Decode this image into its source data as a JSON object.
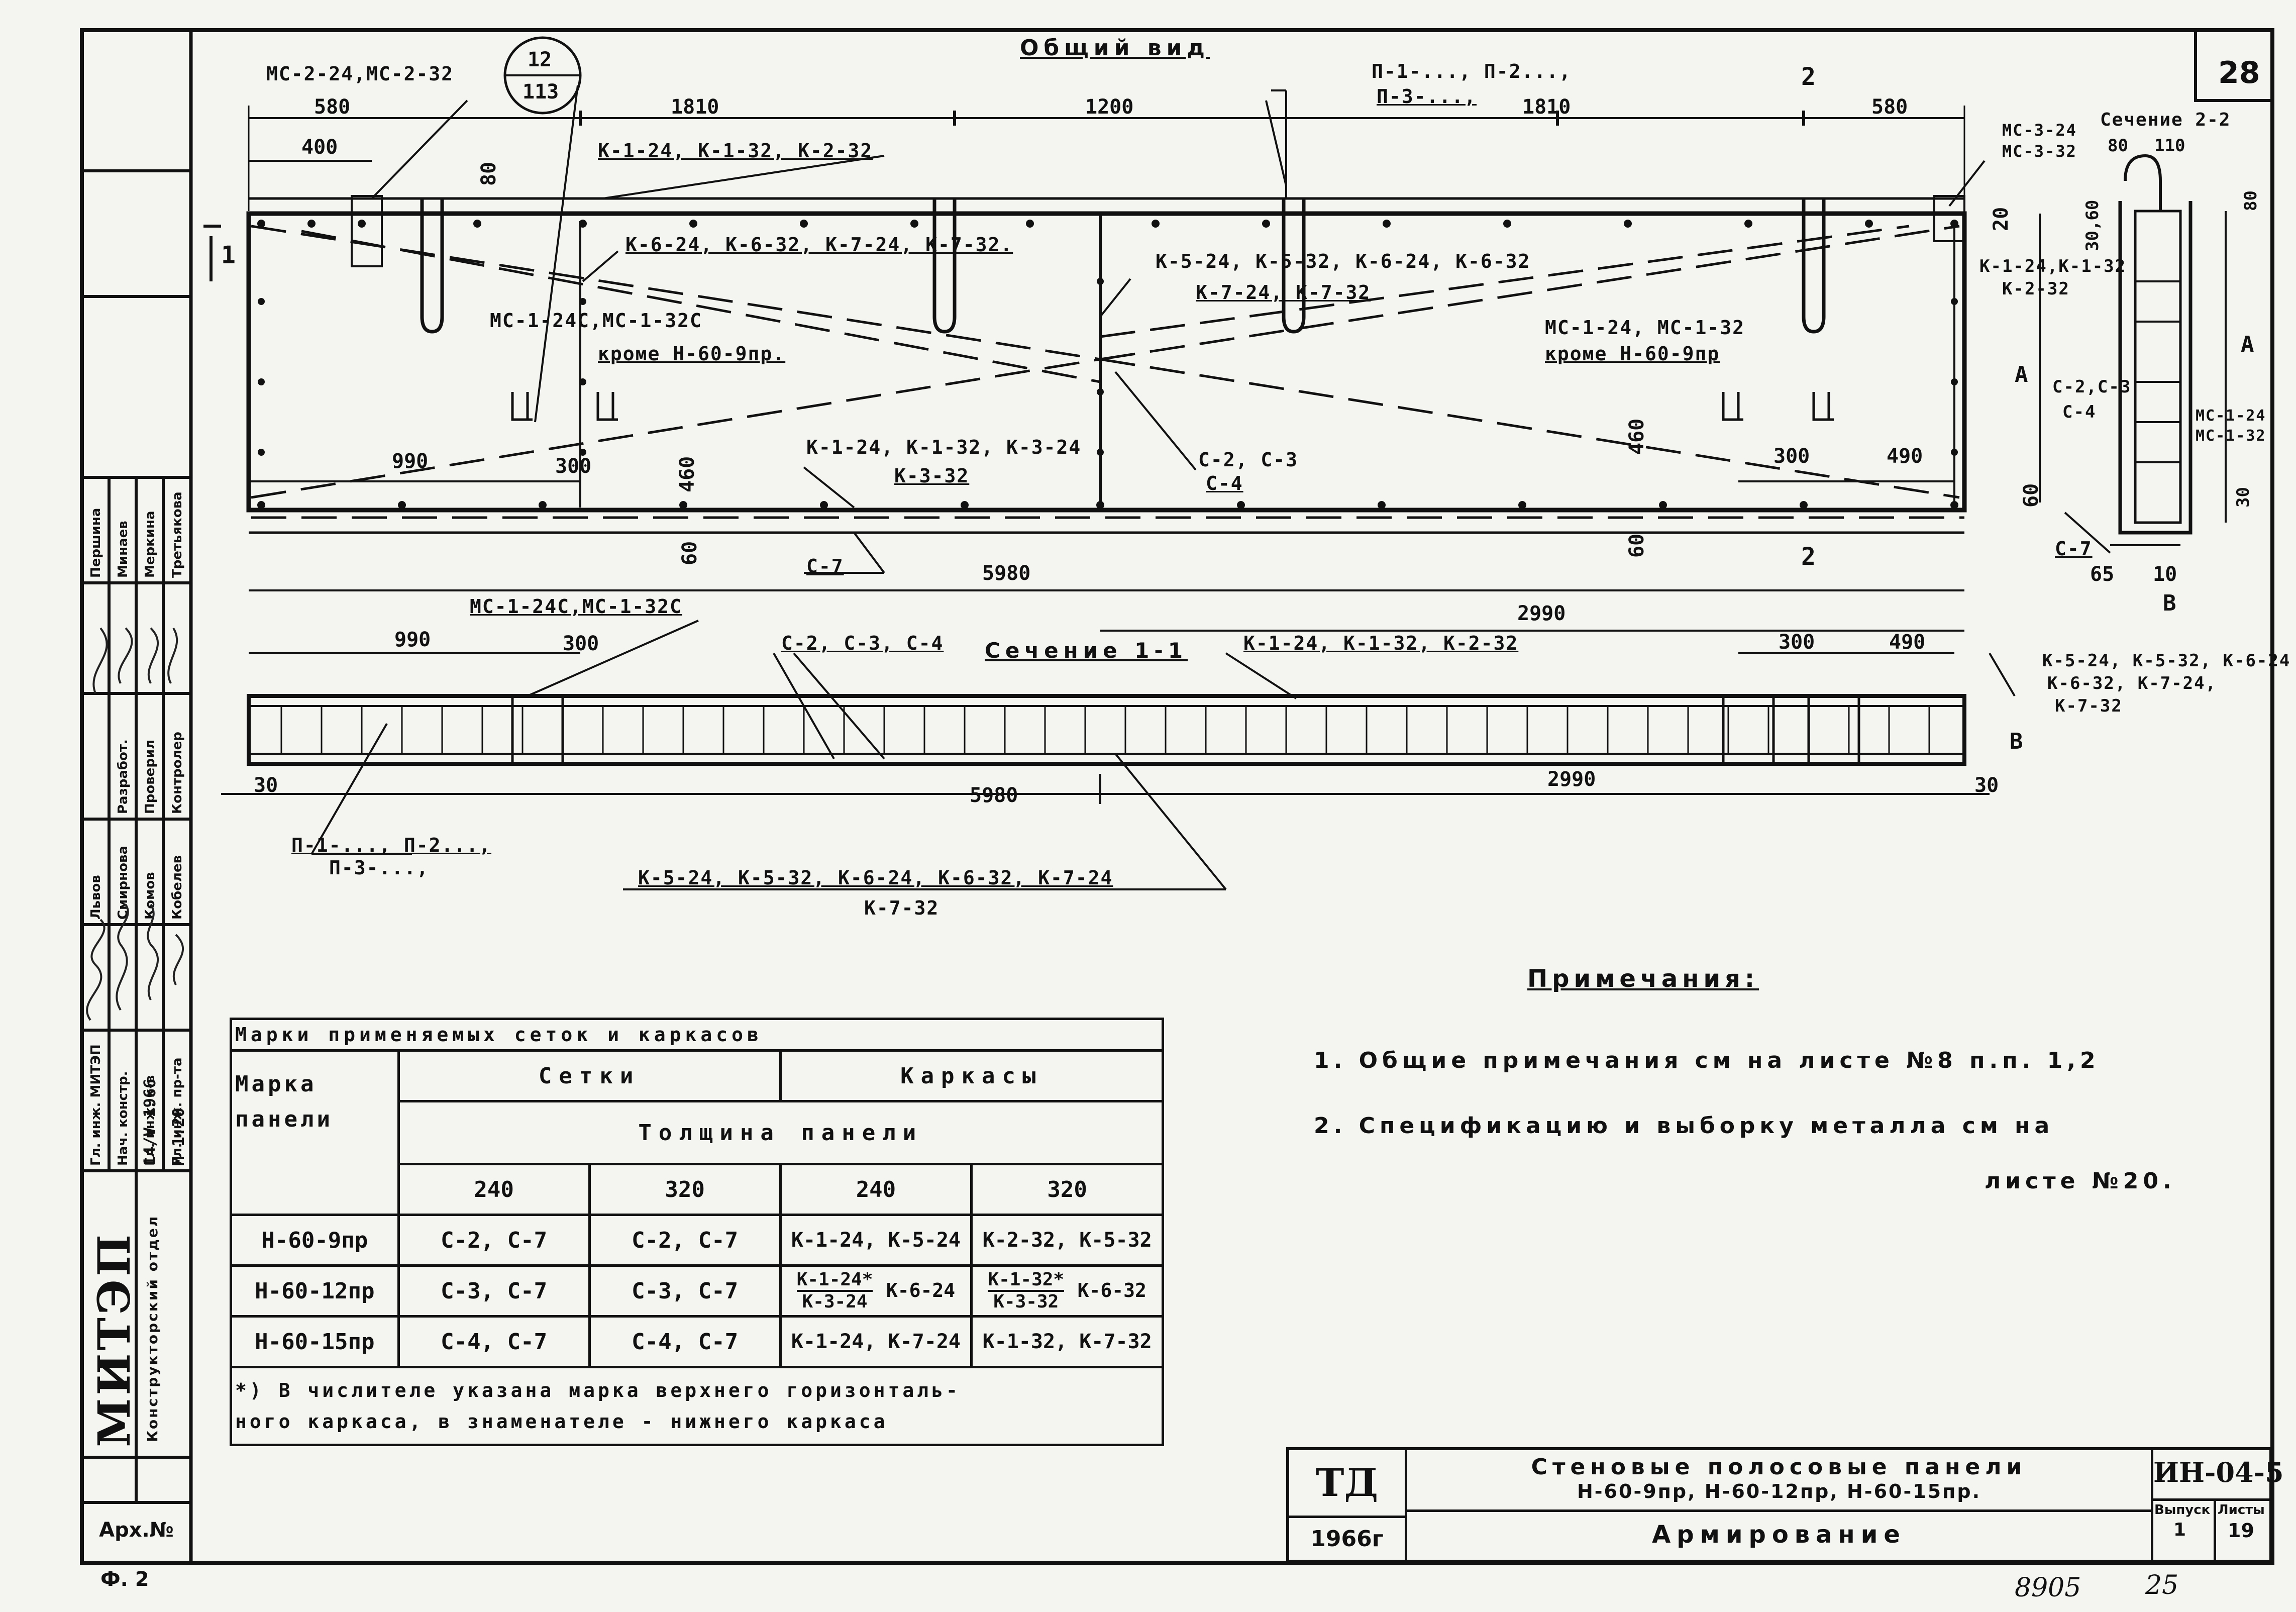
{
  "drawing": {
    "view_title": "Общий вид",
    "section_1_1_title": "Сечение 1-1",
    "section_2_2_title": "Сечение 2-2",
    "sheet_number_top": "28",
    "callout_top": "12",
    "callout_bottom": "113",
    "marker_1": "1",
    "marker_2": "2",
    "label_A": "А",
    "label_B": "В"
  },
  "dimensions": {
    "top": [
      "580",
      "1810",
      "1200",
      "1810",
      "580"
    ],
    "d400": "400",
    "d80": "80",
    "d990": "990",
    "d300": "300",
    "d460": "460",
    "d60": "60",
    "d490": "490",
    "d5980": "5980",
    "d2990": "2990",
    "d30": "30",
    "d20": "20",
    "d3060": "30,60",
    "d10": "10",
    "d65": "65",
    "d110": "110"
  },
  "labels": {
    "mc2": "МС-2-24,МС-2-32",
    "k1": "К-1-24, К-1-32, К-2-32",
    "k6": "К-6-24, К-6-32, К-7-24, К-7-32.",
    "k5a": "К-5-24, К-5-32, К-6-24, К-6-32",
    "k5b": "К-7-24, К-7-32",
    "mc1c": "МС-1-24С,МС-1-32С",
    "except_c": "кроме Н-60-9пр.",
    "mc1": "МС-1-24, МС-1-32",
    "except": "кроме Н-60-9пр",
    "p1": "П-1-..., П-2...,",
    "p3": "П-3-...,",
    "k1k3a": "К-1-24, К-1-32, К-3-24",
    "k1k3b": "К-3-32",
    "c2c3": "С-2, С-3",
    "c4": "С-4",
    "c7": "С-7",
    "mc1c_sec": "МС-1-24С,МС-1-32С",
    "c234": "С-2, С-3, С-4",
    "k1_sec": "К-1-24, К-1-32, К-2-32",
    "k5_right1": "К-5-24, К-5-32, К-6-24",
    "k5_right2": "К-6-32, К-7-24,",
    "k5_right3": "К-7-32",
    "k5_bottom": "К-5-24, К-5-32, К-6-24, К-6-32, К-7-24",
    "k7_bottom": "К-7-32",
    "mc3": "МС-3-24",
    "mc3b": "МС-3-32",
    "k1_22": "К-1-24,К-1-32",
    "k2_22": "К-2-32",
    "c23_22": "С-2,С-3",
    "c4_22": "С-4",
    "mc1_22": "МС-1-24",
    "mc1b_22": "МС-1-32",
    "c7_22": "С-7"
  },
  "notes": {
    "heading": "Примечания:",
    "item1": "1. Общие примечания см на листе №8 п.п. 1,2",
    "item2a": "2. Спецификацию и выборку металла см на",
    "item2b": "листе №20."
  },
  "marks_table": {
    "title": "Марки применяемых сеток и каркасов",
    "col_mark": "Марка панели",
    "col_setki": "Сетки",
    "col_karkasy": "Каркасы",
    "col_thickness": "Толщина панели",
    "t240": "240",
    "t320": "320",
    "rows": [
      {
        "mark": "Н-60-9пр",
        "s240": "С-2, С-7",
        "s320": "С-2, С-7",
        "k240": "К-1-24, К-5-24",
        "k320": "К-2-32, К-5-32"
      },
      {
        "mark": "Н-60-12пр",
        "s240": "С-3, С-7",
        "s320": "С-3, С-7",
        "k240_top": "К-1-24*",
        "k240_bot": "К-3-24",
        "k240_extra": "К-6-24",
        "k320_top": "К-1-32*",
        "k320_bot": "К-3-32",
        "k320_extra": "К-6-32"
      },
      {
        "mark": "Н-60-15пр",
        "s240": "С-4, С-7",
        "s320": "С-4, С-7",
        "k240": "К-1-24, К-7-24",
        "k320": "К-1-32, К-7-32"
      }
    ],
    "footnote_line1": "*) В числителе указана марка верхнего горизонталь-",
    "footnote_line2": "ного каркаса, в знаменателе - нижнего каркаса"
  },
  "title_block": {
    "td": "ТД",
    "year": "1966г",
    "title_line1": "Стеновые полосовые панели",
    "title_line2": "Н-60-9пр, Н-60-12пр, Н-60-15пр.",
    "subtitle": "Армирование",
    "code": "ИН-04-5",
    "issue_label": "Выпуск",
    "issue_value": "1",
    "sheet_label": "Листы",
    "sheet_value": "19"
  },
  "side_stamp": {
    "org": "МИТЭП",
    "dept": "Конструкторский отдел",
    "date": "14/V 1966",
    "scale": "М 1:20",
    "arch": "Арх.№",
    "roles": [
      "Гл. инж. МИТЭП",
      "Нач. констр.",
      "Гл. инж. к-в",
      "Гл. инж. пр-та",
      "Разработ.",
      "Проверил",
      "Контролер"
    ],
    "names": [
      "Львов",
      "Смирнова",
      "Комов",
      "Кобелев",
      "Першина",
      "Минаев",
      "Меркина",
      "Третьякова"
    ]
  },
  "footer": {
    "format": "Ф. 2",
    "number": "8905",
    "page": "25"
  }
}
